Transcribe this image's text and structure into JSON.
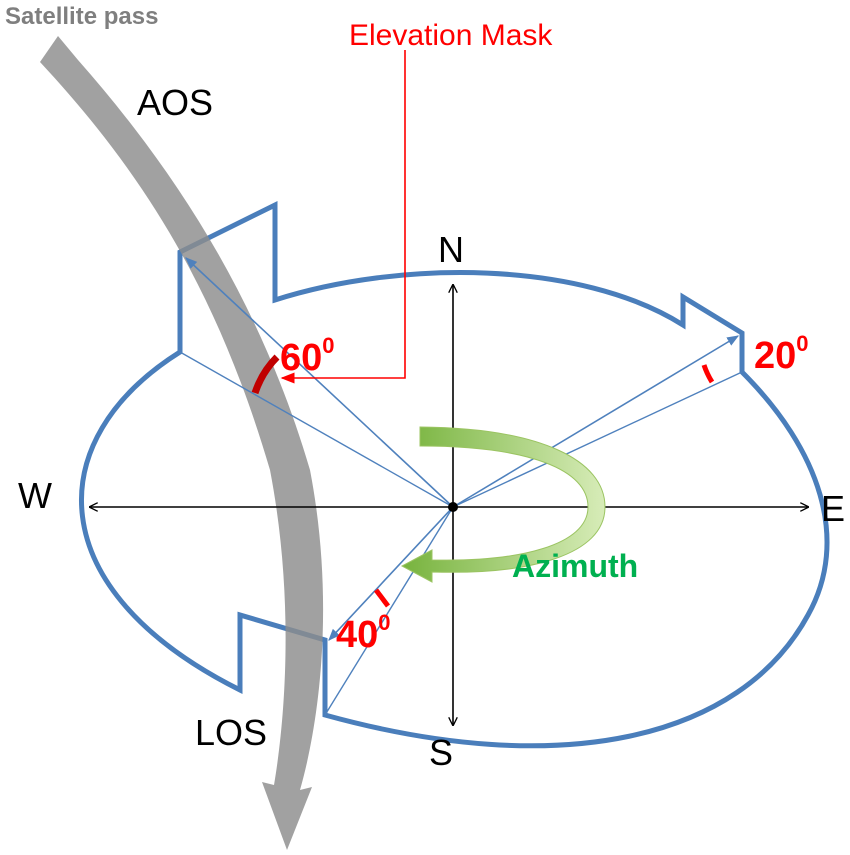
{
  "labels": {
    "satellite_pass": "Satellite pass",
    "aos": "AOS",
    "los": "LOS",
    "elevation_mask": "Elevation Mask",
    "azimuth": "Azimuth",
    "north": "N",
    "south": "S",
    "east": "E",
    "west": "W"
  },
  "angles": {
    "aos": {
      "value": "60",
      "unit": "0"
    },
    "east": {
      "value": "20",
      "unit": "0"
    },
    "los": {
      "value": "40",
      "unit": "0"
    }
  },
  "colors": {
    "horizon": "#4a7ebb",
    "sight_line": "#4f81bd",
    "axis": "#000000",
    "mask": "#ff0000",
    "angle_text": "#ff0000",
    "azimuth_text": "#00b050",
    "azimuth_arrow": "#92d050",
    "satellite_pass": "#8c8c8c",
    "satellite_label": "#7f7f7f"
  }
}
